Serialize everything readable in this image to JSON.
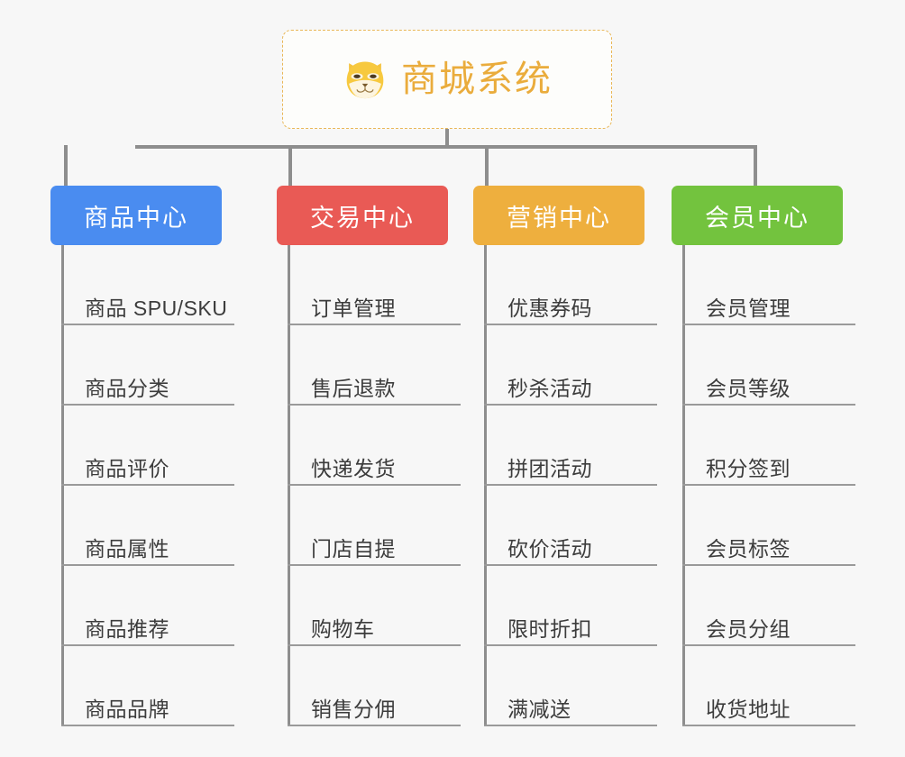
{
  "diagram": {
    "type": "org-tree",
    "background_color": "#f7f7f7",
    "connector_color": "#8e8e8e",
    "root": {
      "title": "商城系统",
      "icon": "shiba-dog-face-icon",
      "text_color": "#eaac3c",
      "border_color": "#e9b757",
      "background_color": "#fdfdfb"
    },
    "categories": [
      {
        "label": "商品中心",
        "color": "#4a8cf0",
        "items": [
          "商品 SPU/SKU",
          "商品分类",
          "商品评价",
          "商品属性",
          "商品推荐",
          "商品品牌"
        ]
      },
      {
        "label": "交易中心",
        "color": "#e95a55",
        "items": [
          "订单管理",
          "售后退款",
          "快递发货",
          "门店自提",
          "购物车",
          "销售分佣"
        ]
      },
      {
        "label": "营销中心",
        "color": "#eeaf3e",
        "items": [
          "优惠券码",
          "秒杀活动",
          "拼团活动",
          "砍价活动",
          "限时折扣",
          "满减送"
        ]
      },
      {
        "label": "会员中心",
        "color": "#73c33e",
        "items": [
          "会员管理",
          "会员等级",
          "积分签到",
          "会员标签",
          "会员分组",
          "收货地址"
        ]
      }
    ]
  }
}
